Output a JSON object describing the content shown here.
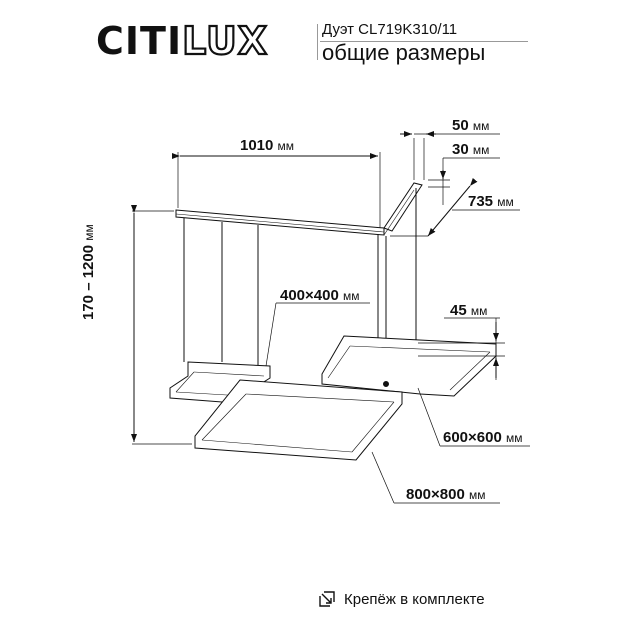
{
  "header": {
    "brand_solid": "CITI",
    "brand_outline": "LUX",
    "model": "Дуэт CL719K310/11",
    "subtitle": "общие размеры"
  },
  "dimensions": {
    "width_bar": {
      "value": "1010",
      "unit": "мм"
    },
    "bar_width": {
      "value": "50",
      "unit": "мм"
    },
    "bar_height": {
      "value": "30",
      "unit": "мм"
    },
    "arm_length": {
      "value": "735",
      "unit": "мм"
    },
    "height_range": {
      "value": "170 – 1200",
      "unit": "мм"
    },
    "small_frame": {
      "value": "400×400",
      "unit": "мм"
    },
    "frame_thickness": {
      "value": "45",
      "unit": "мм"
    },
    "medium_frame": {
      "value": "600×600",
      "unit": "мм"
    },
    "large_frame": {
      "value": "800×800",
      "unit": "мм"
    }
  },
  "footer": {
    "icon": "mount-arrow-icon",
    "text": "Крепёж в комплекте"
  },
  "colors": {
    "ink": "#111111",
    "guide": "#555555",
    "background": "#ffffff"
  }
}
